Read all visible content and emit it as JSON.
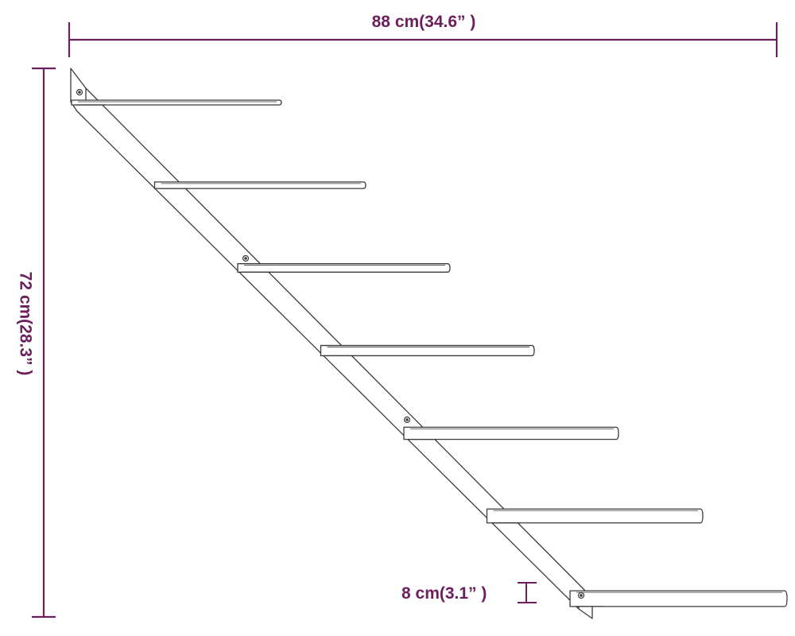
{
  "colors": {
    "dimension": "#6b1f5c",
    "outline": "#3a3a3a",
    "background": "#ffffff"
  },
  "dimensions": {
    "width_label": "88 cm(34.6” )",
    "height_label": "72 cm(28.3” )",
    "shelf_gap_label": "8 cm(3.1” )"
  },
  "shelf_count": 7
}
